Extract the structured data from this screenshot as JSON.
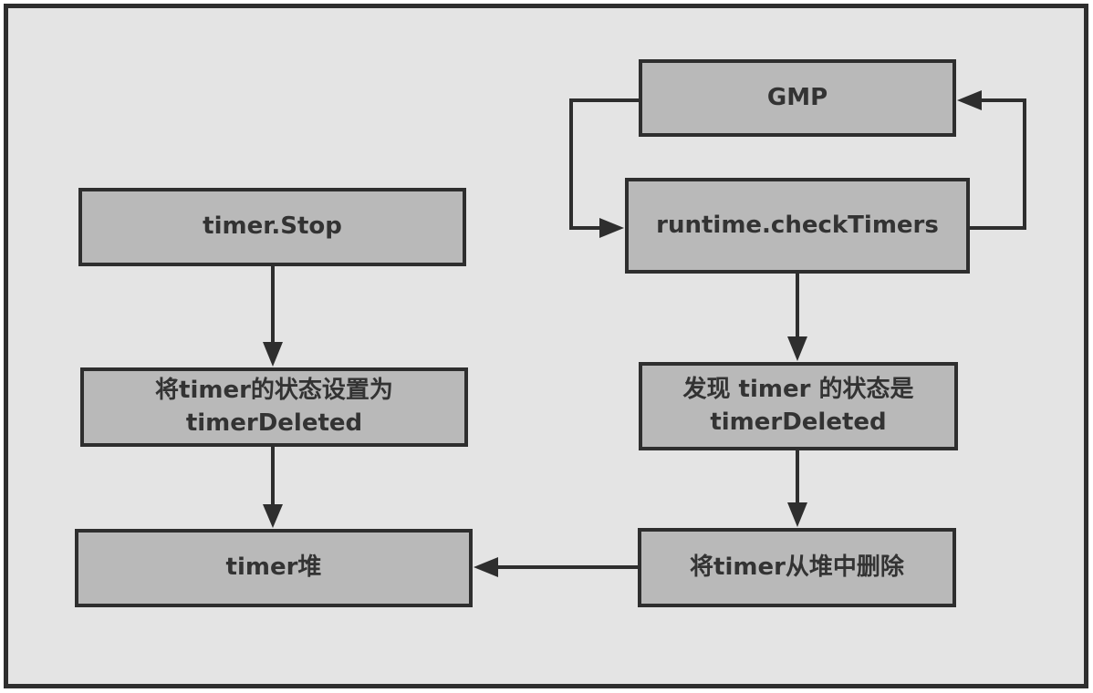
{
  "diagram": {
    "type": "flowchart",
    "colors": {
      "background": "#e4e4e4",
      "outer_border": "#2e2e2e",
      "node_fill": "#b9b9b9",
      "node_border": "#2e2e2e",
      "line_color": "#2e2e2e",
      "text_color": "#333333",
      "page_background": "#ffffff"
    },
    "nodes": {
      "timer_stop": {
        "label": "timer.Stop"
      },
      "set_state": {
        "label": "将timer的状态设置为\ntimerDeleted"
      },
      "timer_heap": {
        "label": "timer堆"
      },
      "gmp": {
        "label": "GMP"
      },
      "check_timers": {
        "label": "runtime.checkTimers"
      },
      "found_state": {
        "label": "发现 timer 的状态是\ntimerDeleted"
      },
      "remove_from_heap": {
        "label": "将timer从堆中删除"
      }
    },
    "edges": [
      {
        "from": "timer_stop",
        "to": "set_state",
        "direction": "down"
      },
      {
        "from": "set_state",
        "to": "timer_heap",
        "direction": "down"
      },
      {
        "from": "gmp",
        "to": "check_timers",
        "direction": "loop-left"
      },
      {
        "from": "check_timers",
        "to": "gmp",
        "direction": "loop-right"
      },
      {
        "from": "check_timers",
        "to": "found_state",
        "direction": "down"
      },
      {
        "from": "found_state",
        "to": "remove_from_heap",
        "direction": "down"
      },
      {
        "from": "remove_from_heap",
        "to": "timer_heap",
        "direction": "left"
      }
    ]
  }
}
